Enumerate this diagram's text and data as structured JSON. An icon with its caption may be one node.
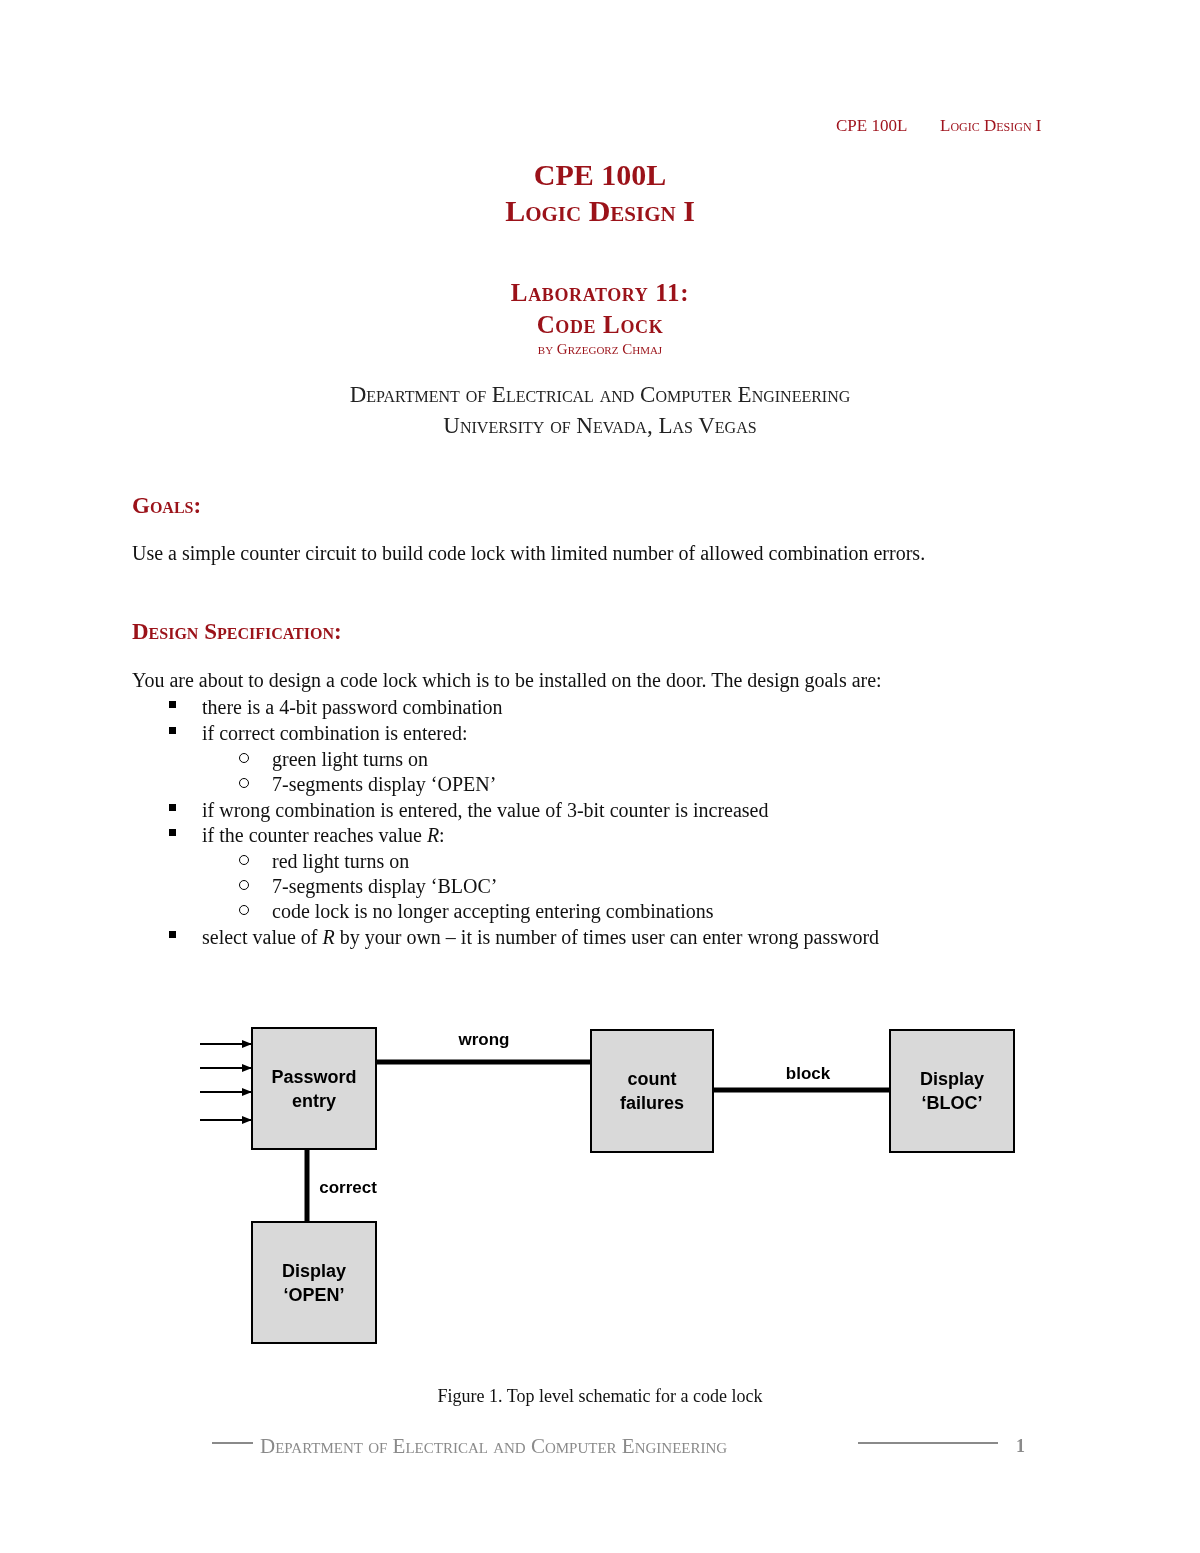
{
  "diagram": {
    "title": "CPE 100L",
    "caption": "Figure 1. Top level schematic for a code lock",
    "nodes": [
      {
        "text": [
          "Password entry"
        ]
      },
      {
        "text": [
          "count failures"
        ]
      },
      {
        "text": [
          "Display ‘BLOC’"
        ]
      },
      {
        "text": [
          "Display ‘OPEN’"
        ]
      }
    ],
    "edges": [
      {
        "from": null,
        "to": 0,
        "arrow": "to"
      },
      {
        "from": null,
        "to": 0,
        "arrow": "to"
      },
      {
        "from": null,
        "to": 0,
        "arrow": "to"
      },
      {
        "from": null,
        "to": 0,
        "arrow": "to"
      },
      {
        "from": 0,
        "to": 1,
        "arrow": "none",
        "label": "wrong",
        "style": "thick"
      },
      {
        "from": 1,
        "to": 2,
        "arrow": "none",
        "label": "block",
        "style": "thick"
      },
      {
        "from": 0,
        "to": 3,
        "arrow": "none",
        "label": "correct",
        "style": "thick"
      }
    ],
    "labels": [
      "CPE 100L",
      "Logic Design I",
      "Logic Design I",
      "Laboratory 11:",
      "Code Lock",
      "by Grzegorz Chmaj",
      "Department of Electrical and Computer Engineering",
      "University of Nevada, Las Vegas",
      "Goals:",
      "Use a simple counter circuit to build code lock with limited number of allowed combination errors.",
      "Design Specification:",
      "You are about to design a code lock which is to be installed on the door. The design goals are:",
      "there is a 4-bit password combination",
      "if correct combination is entered:",
      "green light turns on",
      "7-segments display ‘OPEN’",
      "if wrong combination is entered, the value of 3-bit counter is increased",
      "if the counter reaches value *R*:",
      "red light turns on",
      "7-segments display ‘BLOC’",
      "code lock is no longer accepting entering combinations",
      "select value of *R* by your own – it is number of times user can enter wrong password",
      "Department of Electrical and Computer Engineering",
      "1"
    ]
  }
}
